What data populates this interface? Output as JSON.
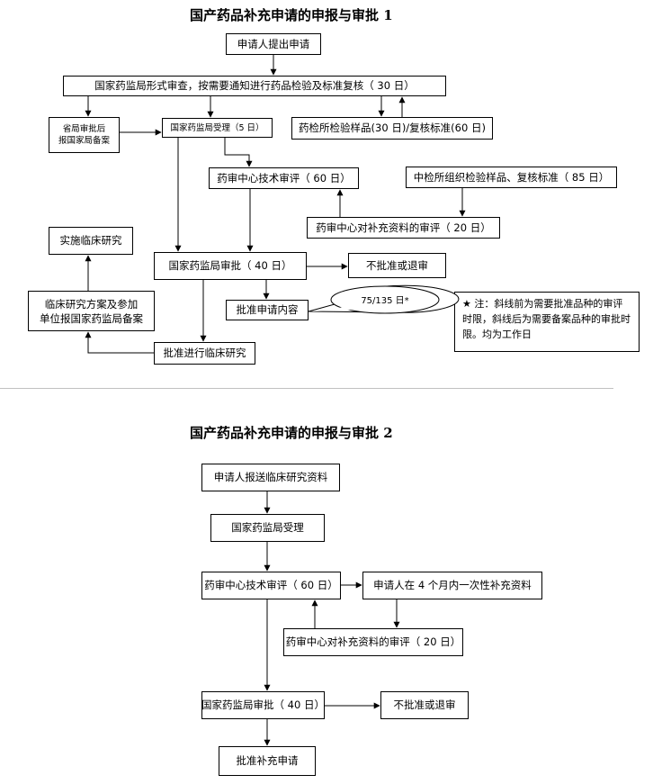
{
  "flow1": {
    "title": "国产药品补充申请的申报与审批 1",
    "submit": "申请人提出申请",
    "formal_review": "国家药监局形式审查，按需要通知进行药品检验及标准复核（ 30 日）",
    "provincial": "省局审批后\n报国家局备案",
    "accept": "国家药监局受理（5 日）",
    "drug_test": "药检所检验样品(30 日)/复核标准(60 日)",
    "center_review": "药审中心技术审评（ 60 日）",
    "nicpbp": "中检所组织检验样品、复核标准（ 85 日）",
    "supplement_review": "药审中心对补充资料的审评（ 20 日）",
    "clinical_impl": "实施临床研究",
    "sfda_approval": "国家药监局审批（ 40 日）",
    "reject": "不批准或退审",
    "approve_content": "批准申请内容",
    "callout": "75/135 日*",
    "clinical_filing": "临床研究方案及参加\n单位报国家药监局备案",
    "approve_clinical": "批准进行临床研究",
    "note": "★ 注：斜线前为需要批准品种的审评时限，斜线后为需要备案品种的审批时限。均为工作日"
  },
  "flow2": {
    "title": "国产药品补充申请的申报与审批 2",
    "submit_clinical": "申请人报送临床研究资料",
    "accept": "国家药监局受理",
    "center_review": "药审中心技术审评（ 60 日）",
    "supplement": "申请人在 4 个月内一次性补充资料",
    "supplement_review": "药审中心对补充资料的审评（ 20 日）",
    "sfda_approval": "国家药监局审批（ 40 日）",
    "reject": "不批准或退审",
    "approve_supplement": "批准补充申请"
  }
}
